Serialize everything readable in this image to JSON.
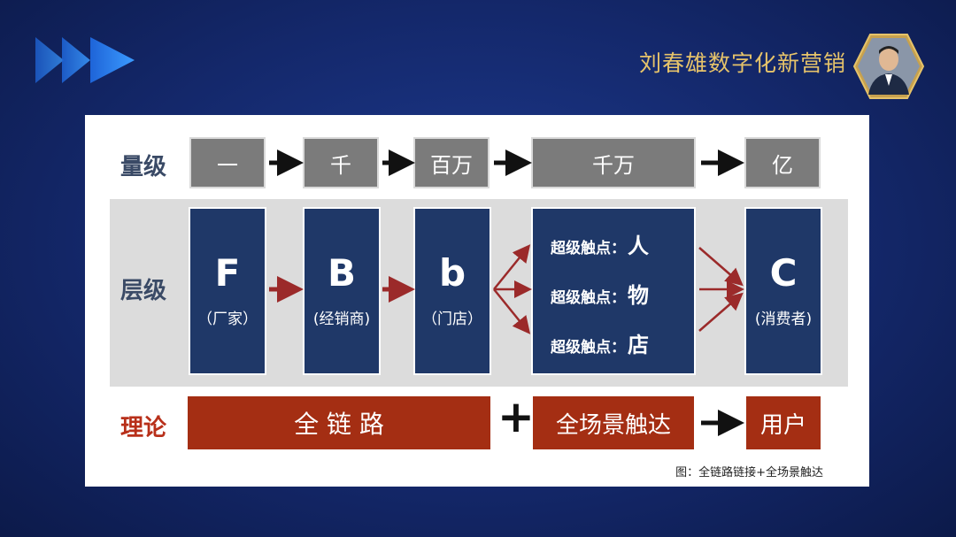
{
  "header": {
    "brand": "刘春雄数字化新营销",
    "icons": [
      "chevron-arrows-icon",
      "presenter-avatar"
    ]
  },
  "diagram": {
    "rows": {
      "scale_label": "量级",
      "level_label": "层级",
      "theory_label": "理论"
    },
    "scale": [
      "一",
      "千",
      "百万",
      "千万",
      "亿"
    ],
    "levels": [
      {
        "letter": "F",
        "sub": "（厂家）"
      },
      {
        "letter": "B",
        "sub": "(经销商)"
      },
      {
        "letter": "b",
        "sub": "（门店）"
      },
      {
        "touchpoints": [
          {
            "label": "超级触点：",
            "item": "人"
          },
          {
            "label": "超级触点：",
            "item": "物"
          },
          {
            "label": "超级触点：",
            "item": "店"
          }
        ]
      },
      {
        "letter": "C",
        "sub": "(消费者)"
      }
    ],
    "theory": {
      "full_chain": "全 链 路",
      "plus": "+",
      "full_scene": "全场景触达",
      "user": "用户"
    },
    "caption": "图：全链路链接+全场景触达",
    "colors": {
      "scale_box": "#7b7b7b",
      "level_box": "#1f3868",
      "theory_box": "#a42e13",
      "theory_label": "#b8301a",
      "row_label": "#3a4a66",
      "level_arrow": "#9b2a2a",
      "brand_gold": "#e6c36a"
    }
  }
}
